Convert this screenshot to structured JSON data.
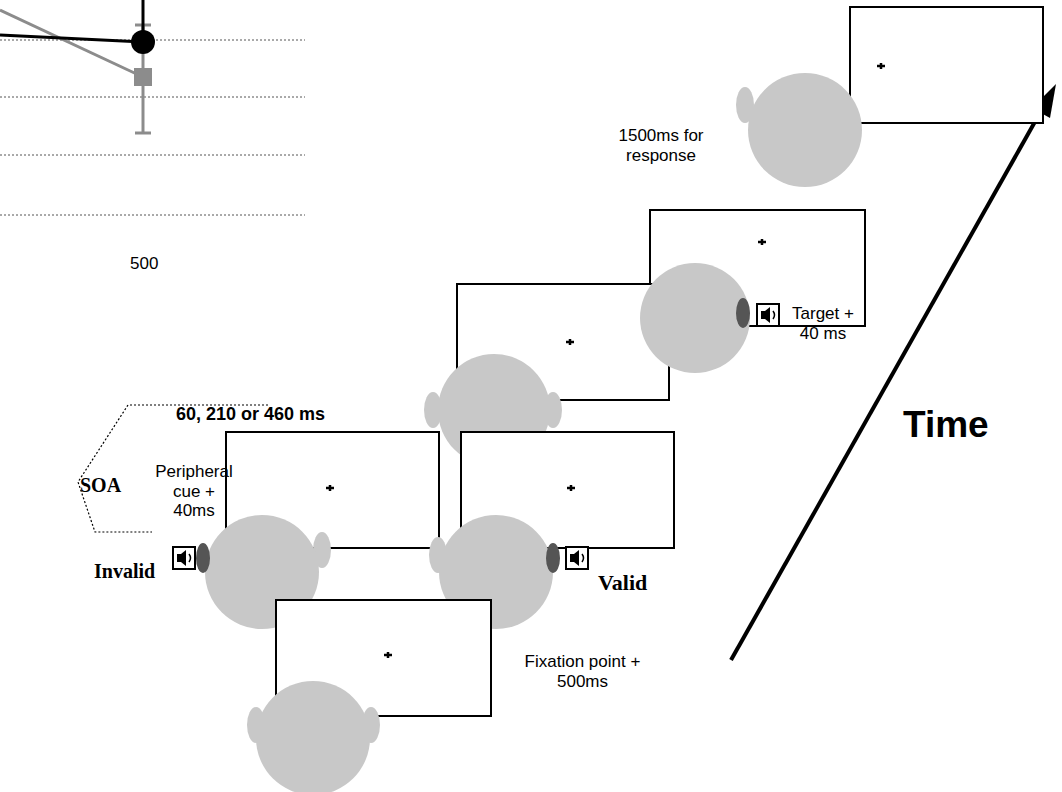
{
  "diagram": {
    "labels": [
      "500",
      "1500ms for response",
      "Target + 40 ms",
      "Time",
      "60, 210 or 460 ms",
      "SOA",
      "Peripheral cue + 40ms",
      "Invalid",
      "Valid",
      "Fixation point + 500ms"
    ]
  }
}
